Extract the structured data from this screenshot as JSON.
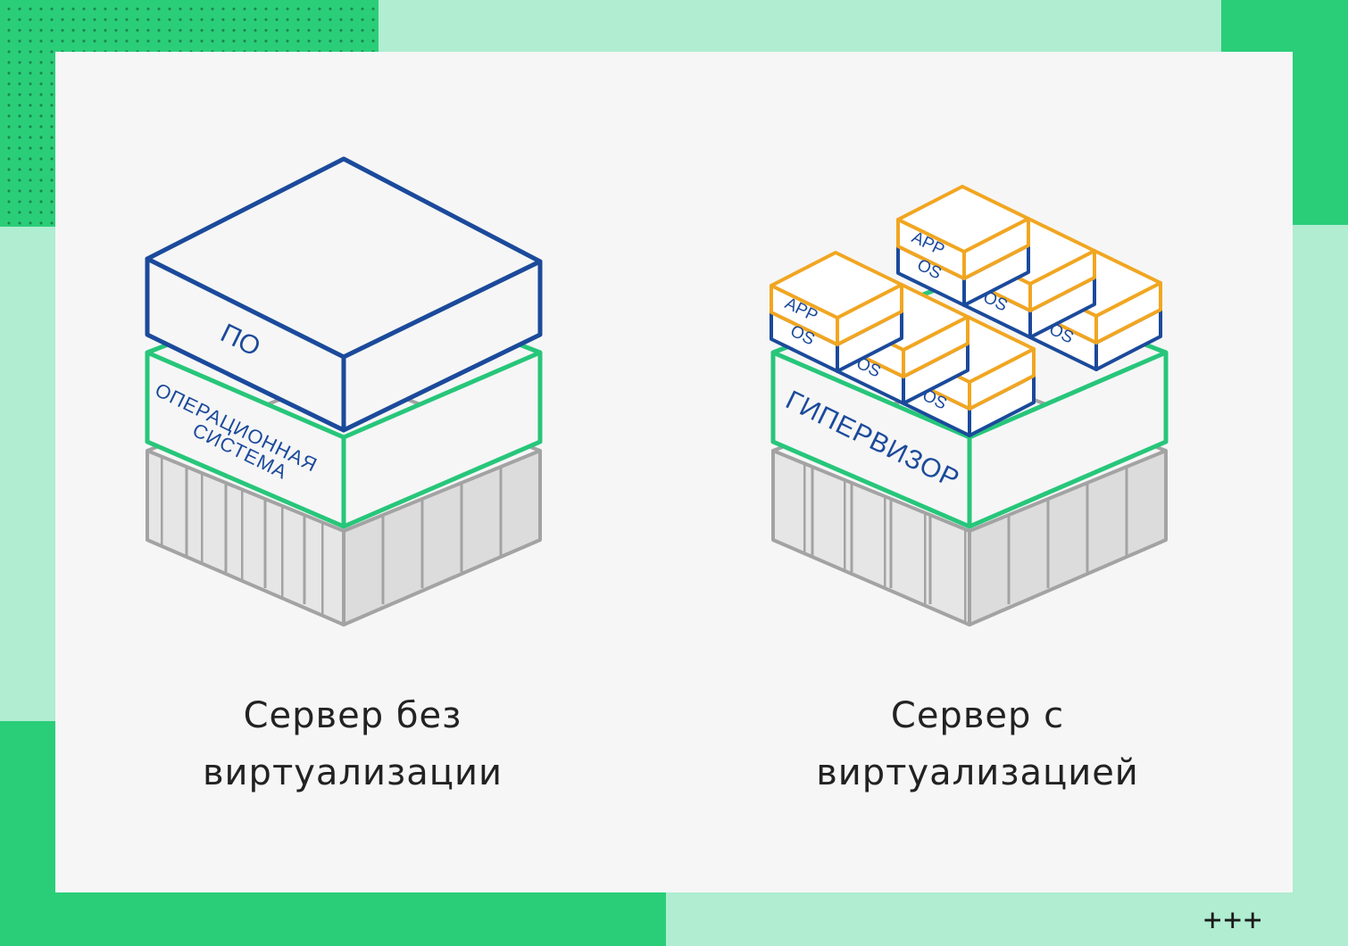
{
  "diagrams": [
    {
      "id": "no-virtualization",
      "layers": {
        "top": "ПО",
        "middle_line1": "ОПЕРАЦИОННАЯ",
        "middle_line2": "СИСТЕМА"
      },
      "caption": {
        "line1": "Сервер без",
        "line2": "виртуализации"
      }
    },
    {
      "id": "with-virtualization",
      "layers": {
        "middle": "ГИПЕРВИЗОР"
      },
      "vm_app_label": "APP",
      "vm_os_label": "OS",
      "caption": {
        "line1": "Сервер с",
        "line2": "виртуализацией"
      }
    }
  ],
  "corner_marks": "+++",
  "colors": {
    "blue": "#1b4a9b",
    "green": "#27c67a",
    "orange": "#f1a621",
    "gray": "#a3a3a3",
    "bg_mint": "#b0edd1",
    "bg_green": "#2ace79",
    "panel": "#f6f6f6"
  }
}
